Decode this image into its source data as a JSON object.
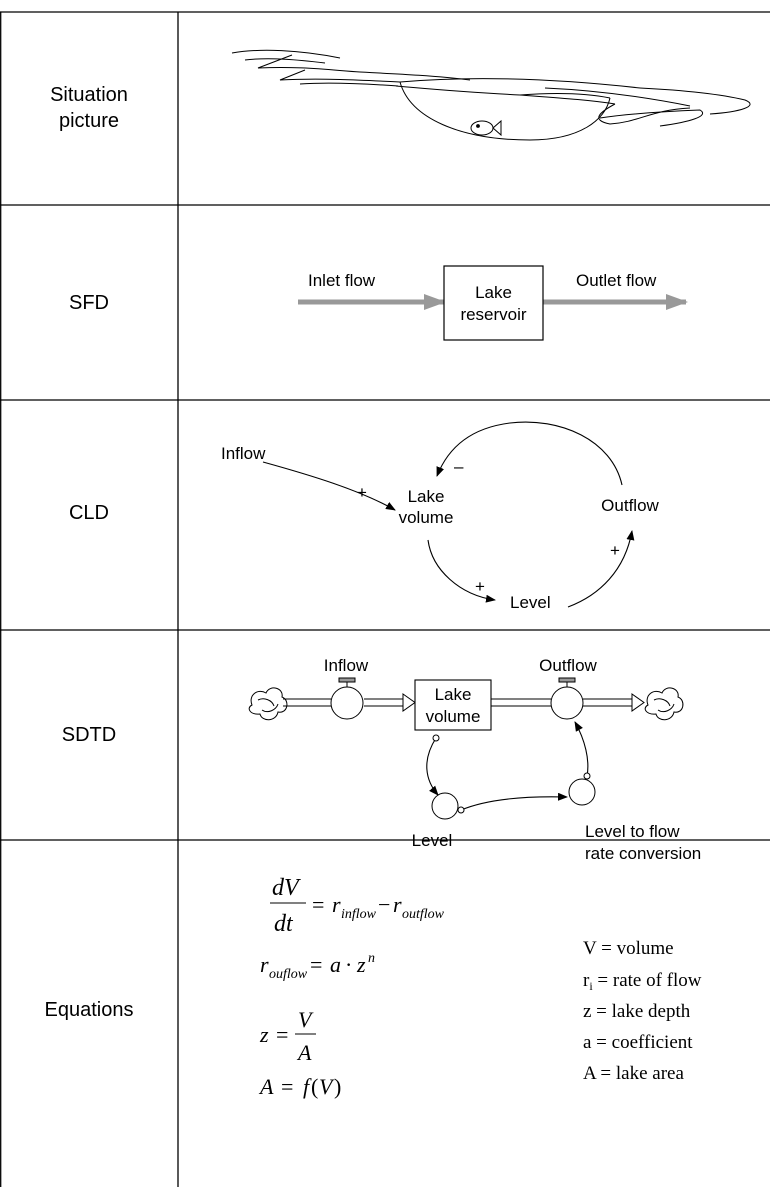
{
  "rows": {
    "situation": {
      "label_line1": "Situation",
      "label_line2": "picture"
    },
    "sfd": {
      "label": "SFD",
      "inlet": "Inlet flow",
      "outlet": "Outlet flow",
      "box_line1": "Lake",
      "box_line2": "reservoir"
    },
    "cld": {
      "label": "CLD",
      "inflow": "Inflow",
      "lake_line1": "Lake",
      "lake_line2": "volume",
      "outflow": "Outflow",
      "level": "Level",
      "pol_inflow": "+",
      "pol_level": "+",
      "pol_outflow": "+",
      "pol_feedback": "–"
    },
    "sdtd": {
      "label": "SDTD",
      "inflow": "Inflow",
      "outflow": "Outflow",
      "stock_line1": "Lake",
      "stock_line2": "volume",
      "level": "Level",
      "conv_line1": "Level to flow",
      "conv_line2": "rate conversion"
    },
    "equations": {
      "label": "Equations",
      "legend": {
        "v": "V = volume",
        "r_main": "r",
        "r_sub": "i",
        "r_rest": " = rate of flow",
        "z": "z = lake depth",
        "a": "a = coefficient",
        "A": "A = lake area"
      }
    }
  }
}
